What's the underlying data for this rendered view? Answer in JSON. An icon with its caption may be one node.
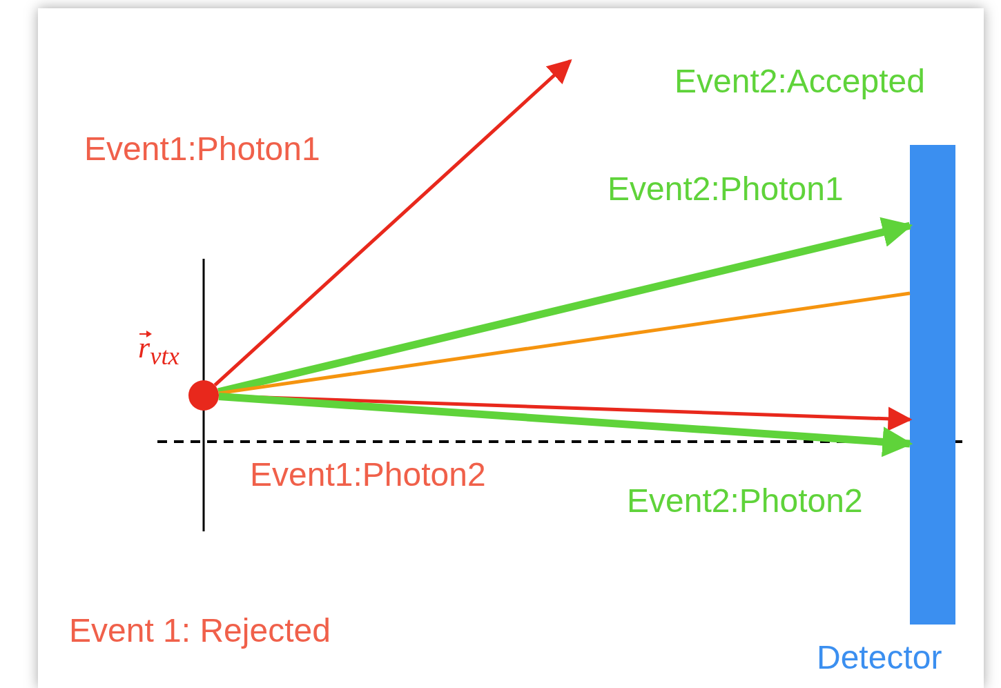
{
  "diagram": {
    "nodes": [
      {
        "text": [],
        "shape": "circle",
        "beside": [
          "r$_{vtx}$"
        ]
      },
      {
        "text": [],
        "shape": "bar",
        "beside": [
          "Detector"
        ]
      }
    ],
    "edges": [
      {
        "from": 0,
        "to": null,
        "arrow": "to",
        "label": "Event1:Photon1",
        "color": "#e8281c"
      },
      {
        "from": 0,
        "to": 1,
        "arrow": "to",
        "label": "Event2:Photon1",
        "style": "thick",
        "color": "#5fd33a"
      },
      {
        "from": 0,
        "to": 1,
        "arrow": "none",
        "color": "#f5940f"
      },
      {
        "from": 0,
        "to": 1,
        "arrow": "to",
        "label": "Event1:Photon2",
        "color": "#e8281c"
      },
      {
        "from": 0,
        "to": 1,
        "arrow": "to",
        "label": "Event2:Photon2",
        "style": "thick",
        "color": "#5fd33a"
      }
    ],
    "labels": [
      "Event2:Accepted",
      "Event 1: Rejected"
    ]
  }
}
